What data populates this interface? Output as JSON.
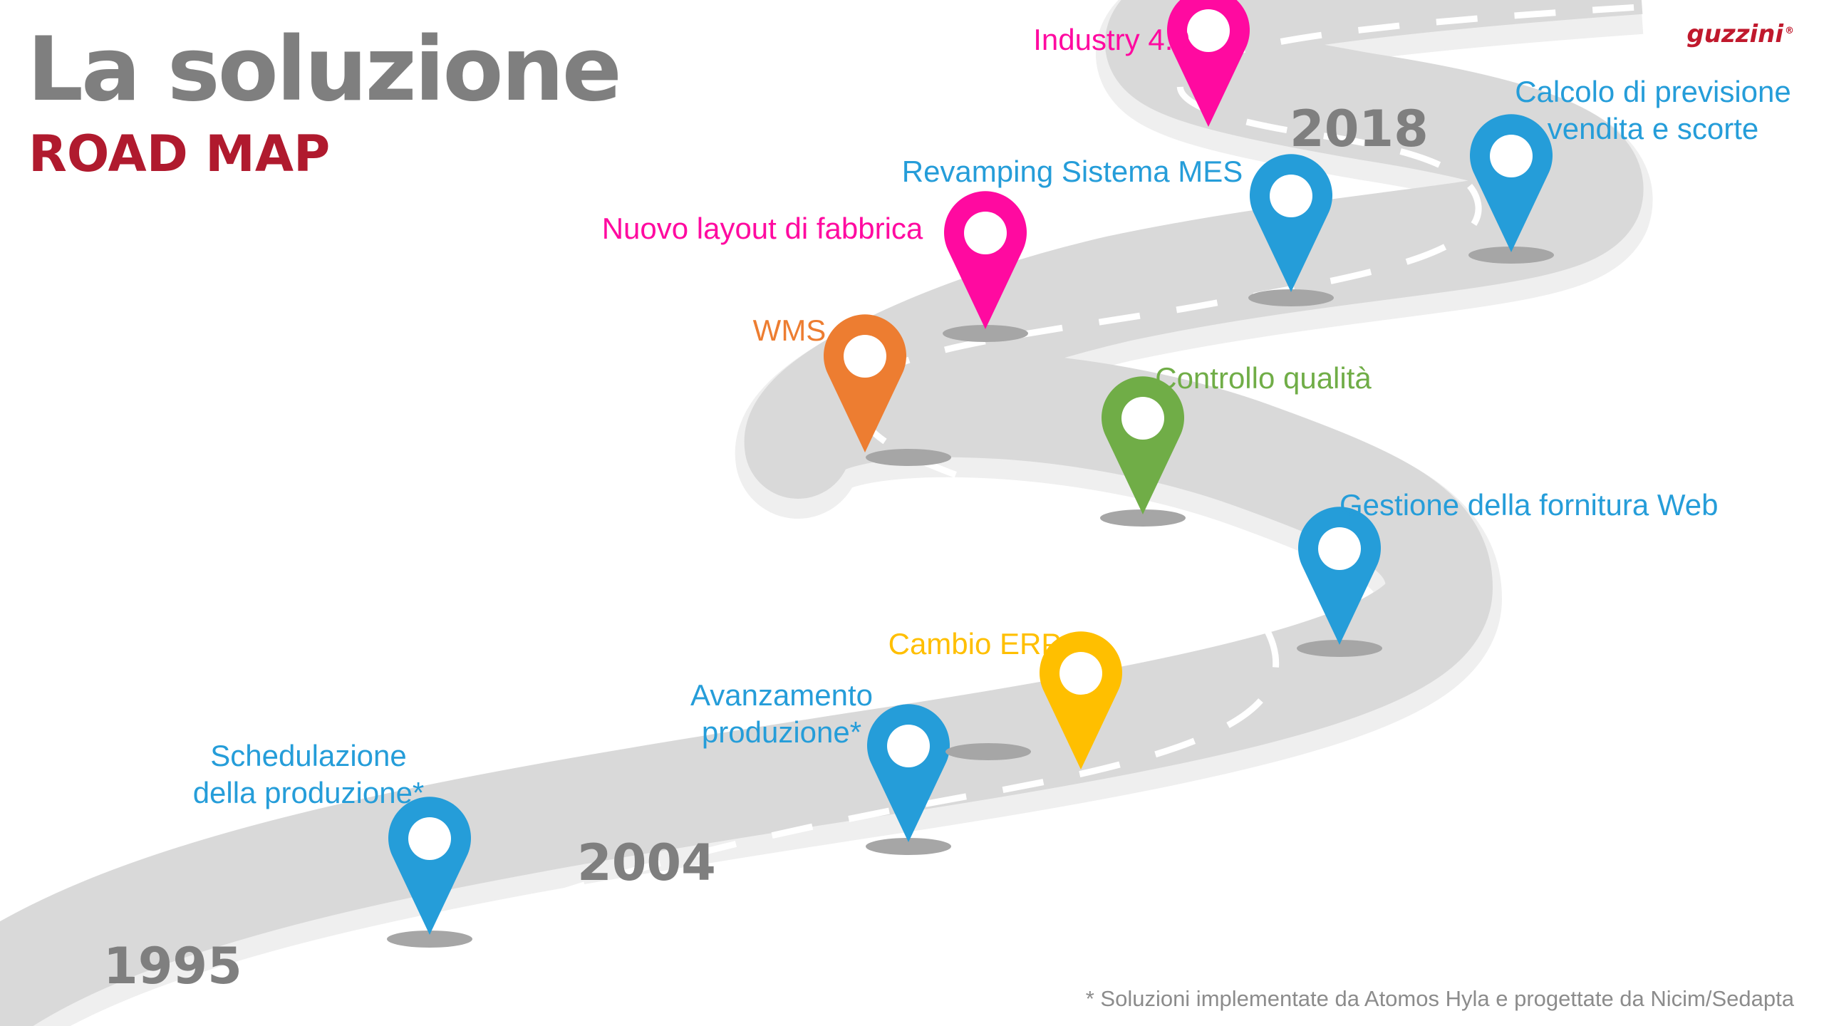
{
  "header": {
    "title": "La soluzione",
    "subtitle": "ROAD MAP",
    "logo": "guzzini",
    "logo_mark": "®"
  },
  "years": [
    "1995",
    "2004",
    "2018"
  ],
  "milestones": [
    {
      "label": [
        "Schedulazione",
        "della produzione*"
      ],
      "color": "#259dd9"
    },
    {
      "label": [
        "Avanzamento",
        "produzione*"
      ],
      "color": "#259dd9"
    },
    {
      "label": [
        "Cambio ERP"
      ],
      "color": "#ffbf00"
    },
    {
      "label": [
        "Gestione della fornitura Web"
      ],
      "color": "#259dd9"
    },
    {
      "label": [
        "Controllo qualità"
      ],
      "color": "#70ad47"
    },
    {
      "label": [
        "WMS"
      ],
      "color": "#ed7d31"
    },
    {
      "label": [
        "Nuovo layout di fabbrica"
      ],
      "color": "#ff0aa0"
    },
    {
      "label": [
        "Revamping Sistema MES"
      ],
      "color": "#259dd9"
    },
    {
      "label": [
        "Calcolo di previsione",
        "vendita e scorte"
      ],
      "color": "#259dd9"
    },
    {
      "label": [
        "Industry 4.0"
      ],
      "color": "#ff0aa0"
    }
  ],
  "footnote": "* Soluzioni implementate da Atomos Hyla e progettate da Nicim/Sedapta",
  "colors": {
    "road": "#d9d9d9",
    "road_shadow": "#efefef",
    "lane": "#ffffff",
    "year": "#7f7f7f",
    "pin_shadow": "#a6a6a6"
  }
}
